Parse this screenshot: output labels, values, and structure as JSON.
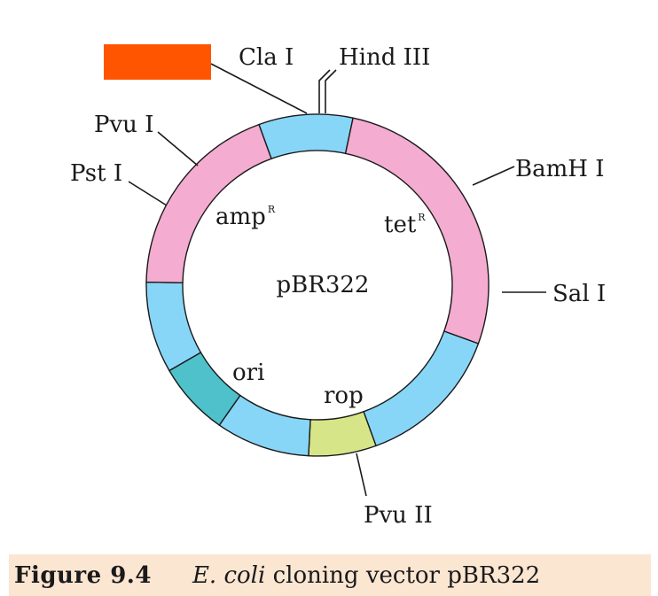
{
  "diagram": {
    "center_label": "pBR322",
    "colors": {
      "ab_resistance": "#f4acd0",
      "backbone": "#88d6f7",
      "ori": "#4fc1ca",
      "rop": "#d5e588",
      "marker_box": "#ff5500"
    },
    "genes": {
      "amp": {
        "name": "amp",
        "sup": "R"
      },
      "tet": {
        "name": "tet",
        "sup": "R"
      },
      "ori": "ori",
      "rop": "rop"
    },
    "sites": {
      "cla": "Cla I",
      "hind": "Hind III",
      "pvu1": "Pvu I",
      "pst": "Pst I",
      "bamh": "BamH I",
      "sal": "Sal I",
      "pvu2": "Pvu II"
    }
  },
  "caption": {
    "label": "Figure 9.4",
    "organism": "E. coli",
    "text": " cloning vector pBR322"
  }
}
